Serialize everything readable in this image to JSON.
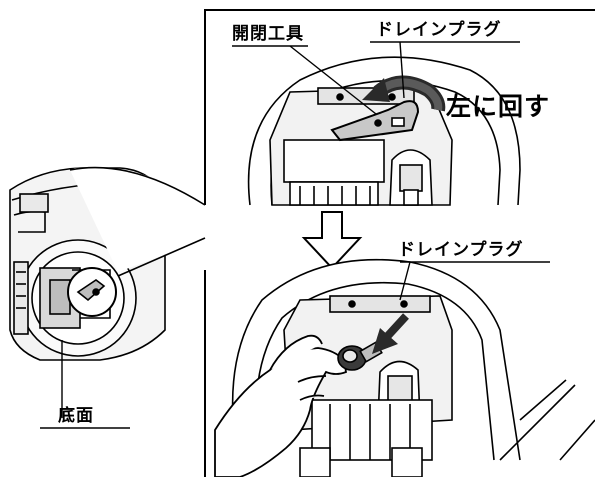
{
  "labels": {
    "tool": "開閉工具",
    "drain_plug_top": "ドレインプラグ",
    "rotate_left": "左に回す",
    "drain_plug_bottom": "ドレインプラグ",
    "bottom_face": "底面"
  },
  "colors": {
    "line": "#000000",
    "fill_light": "#e9e9e9",
    "fill_mid": "#bdbdbd",
    "fill_dark": "#3a3a3a",
    "background": "#ffffff"
  },
  "icons": {
    "arrow_down": "hollow-down-arrow-icon",
    "rotate_arrow": "counterclockwise-arrow-icon",
    "push_arrow": "diagonal-arrow-icon"
  }
}
